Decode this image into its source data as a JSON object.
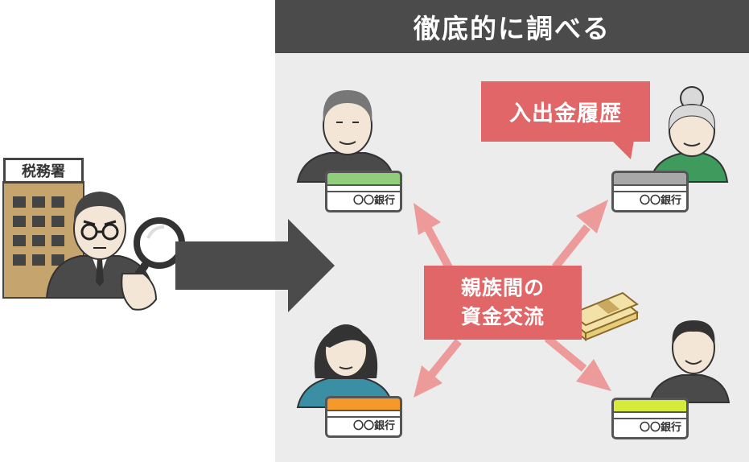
{
  "title": "徹底的に調べる",
  "tax_office_label": "税務署",
  "callout_history": "入出金履歴",
  "callout_flow_line1": "親族間の",
  "callout_flow_line2": "資金交流",
  "bank_label": "〇〇銀行",
  "colors": {
    "header": "#4b4b4b",
    "panel": "#ececec",
    "callout": "#e06668",
    "arrow_big": "#4b4b4b",
    "arrow_small": "#ec9a9a",
    "bank_green": "#8fce7a",
    "bank_gray": "#a8a8a8",
    "bank_orange": "#f59a2a",
    "bank_yellow": "#d6ea3c",
    "building": "#c6a46e"
  },
  "banks": [
    {
      "person": "elderly-man",
      "color": "green"
    },
    {
      "person": "elderly-woman",
      "color": "gray"
    },
    {
      "person": "young-woman",
      "color": "orange"
    },
    {
      "person": "young-man",
      "color": "yellow"
    }
  ]
}
